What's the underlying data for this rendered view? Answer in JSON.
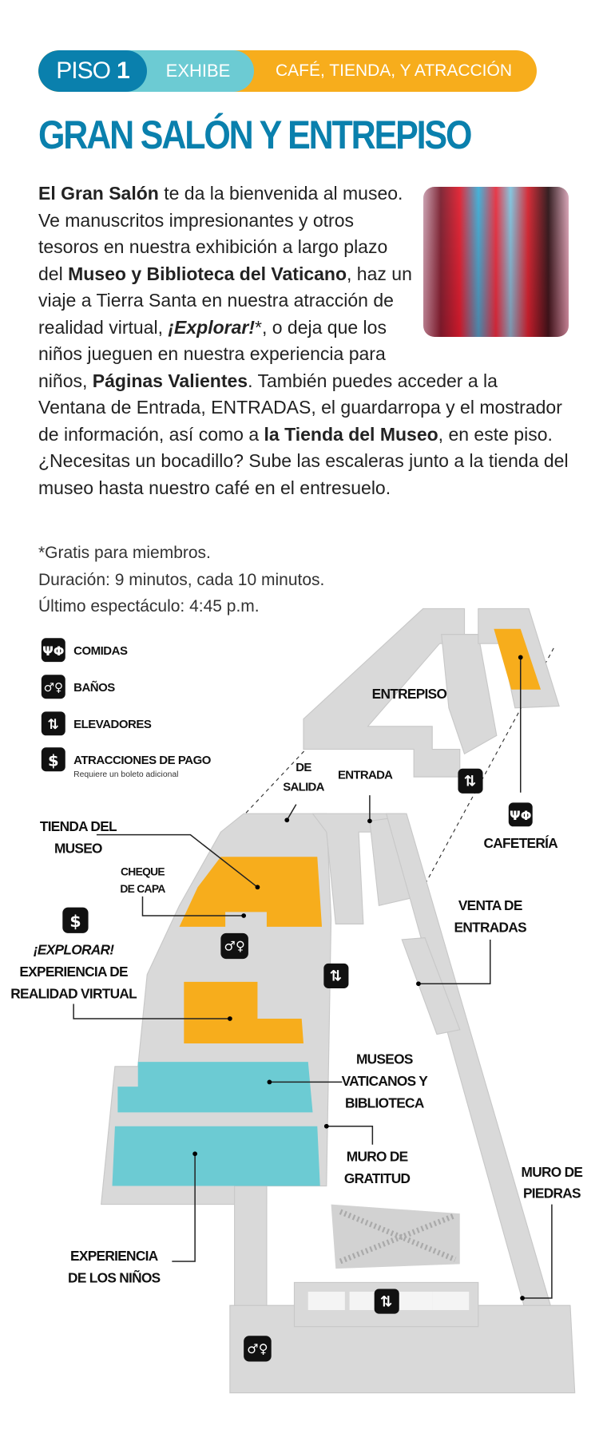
{
  "header": {
    "floor_label": "PISO",
    "floor_number": "1",
    "tab_exhibits": "EXHIBE",
    "tab_amenities": "CAFÉ, TIENDA, Y ATRACCIÓN"
  },
  "title": "GRAN SALÓN Y ENTREPISO",
  "intro": {
    "segments": [
      {
        "text": "El Gran Salón",
        "bold": true
      },
      {
        "text": " te da la bienvenida al museo. Ve manuscritos impresionantes y otros tesoros en nuestra exhibición a largo plazo del ",
        "bold": false
      },
      {
        "text": "Museo y Biblioteca del Vaticano",
        "bold": true
      },
      {
        "text": ", haz un viaje a Tierra Santa en nuestra atracción de realidad virtual, ",
        "bold": false
      },
      {
        "text": "¡Explorar!",
        "bold": true
      },
      {
        "text": "*, o deja que los niños jueguen en nuestra experiencia para niños, ",
        "bold": false
      },
      {
        "text": "Páginas Valientes",
        "bold": true
      },
      {
        "text": ". También puedes acceder a la Ventana de Entrada, ENTRADAS, el guardarropa y el mostrador de información, así como a ",
        "bold": false
      },
      {
        "text": "la Tienda del Museo",
        "bold": true
      },
      {
        "text": ", en este piso. ¿Necesitas un bocadillo? Sube las escaleras junto a la tienda del museo hasta nuestro café en el entresuelo.",
        "bold": false
      }
    ]
  },
  "notes": [
    "*Gratis para miembros.",
    "Duración: 9 minutos, cada 10 minutos.",
    "Último espectáculo: 4:45 p.m."
  ],
  "legend": {
    "food": "COMIDAS",
    "restrooms": "BAÑOS",
    "elevators": "ELEVADORES",
    "paid": "ATRACCIONES DE PAGO",
    "paid_note": "Requiere un boleto adicional"
  },
  "map_labels": {
    "mezzanine": "ENTREPISO",
    "exit": [
      "DE",
      "SALIDA"
    ],
    "entrance": "ENTRADA",
    "shop": [
      "TIENDA DEL",
      "MUSEO"
    ],
    "coat_check": [
      "CHEQUE",
      "DE CAPA"
    ],
    "vr": [
      "¡EXPLORAR!",
      "EXPERIENCIA DE",
      "REALIDAD VIRTUAL"
    ],
    "cafe": "CAFETERÍA",
    "tickets": [
      "VENTA DE",
      "ENTRADAS"
    ],
    "vatican": [
      "MUSEOS",
      "VATICANOS Y",
      "BIBLIOTECA"
    ],
    "gratitude": [
      "MURO DE",
      "GRATITUD"
    ],
    "stones": [
      "MURO DE",
      "PIEDRAS"
    ],
    "kids": [
      "EXPERIENCIA",
      "DE LOS NIÑOS"
    ]
  },
  "colors": {
    "blue": "#0a80ad",
    "teal": "#6ccbd3",
    "orange": "#f7ad1c",
    "wall": "#d9d9d9"
  },
  "icons": {
    "food": "fork-spoon-icon",
    "restrooms": "restroom-icon",
    "elevators": "elevator-icon",
    "paid": "dollar-icon"
  }
}
